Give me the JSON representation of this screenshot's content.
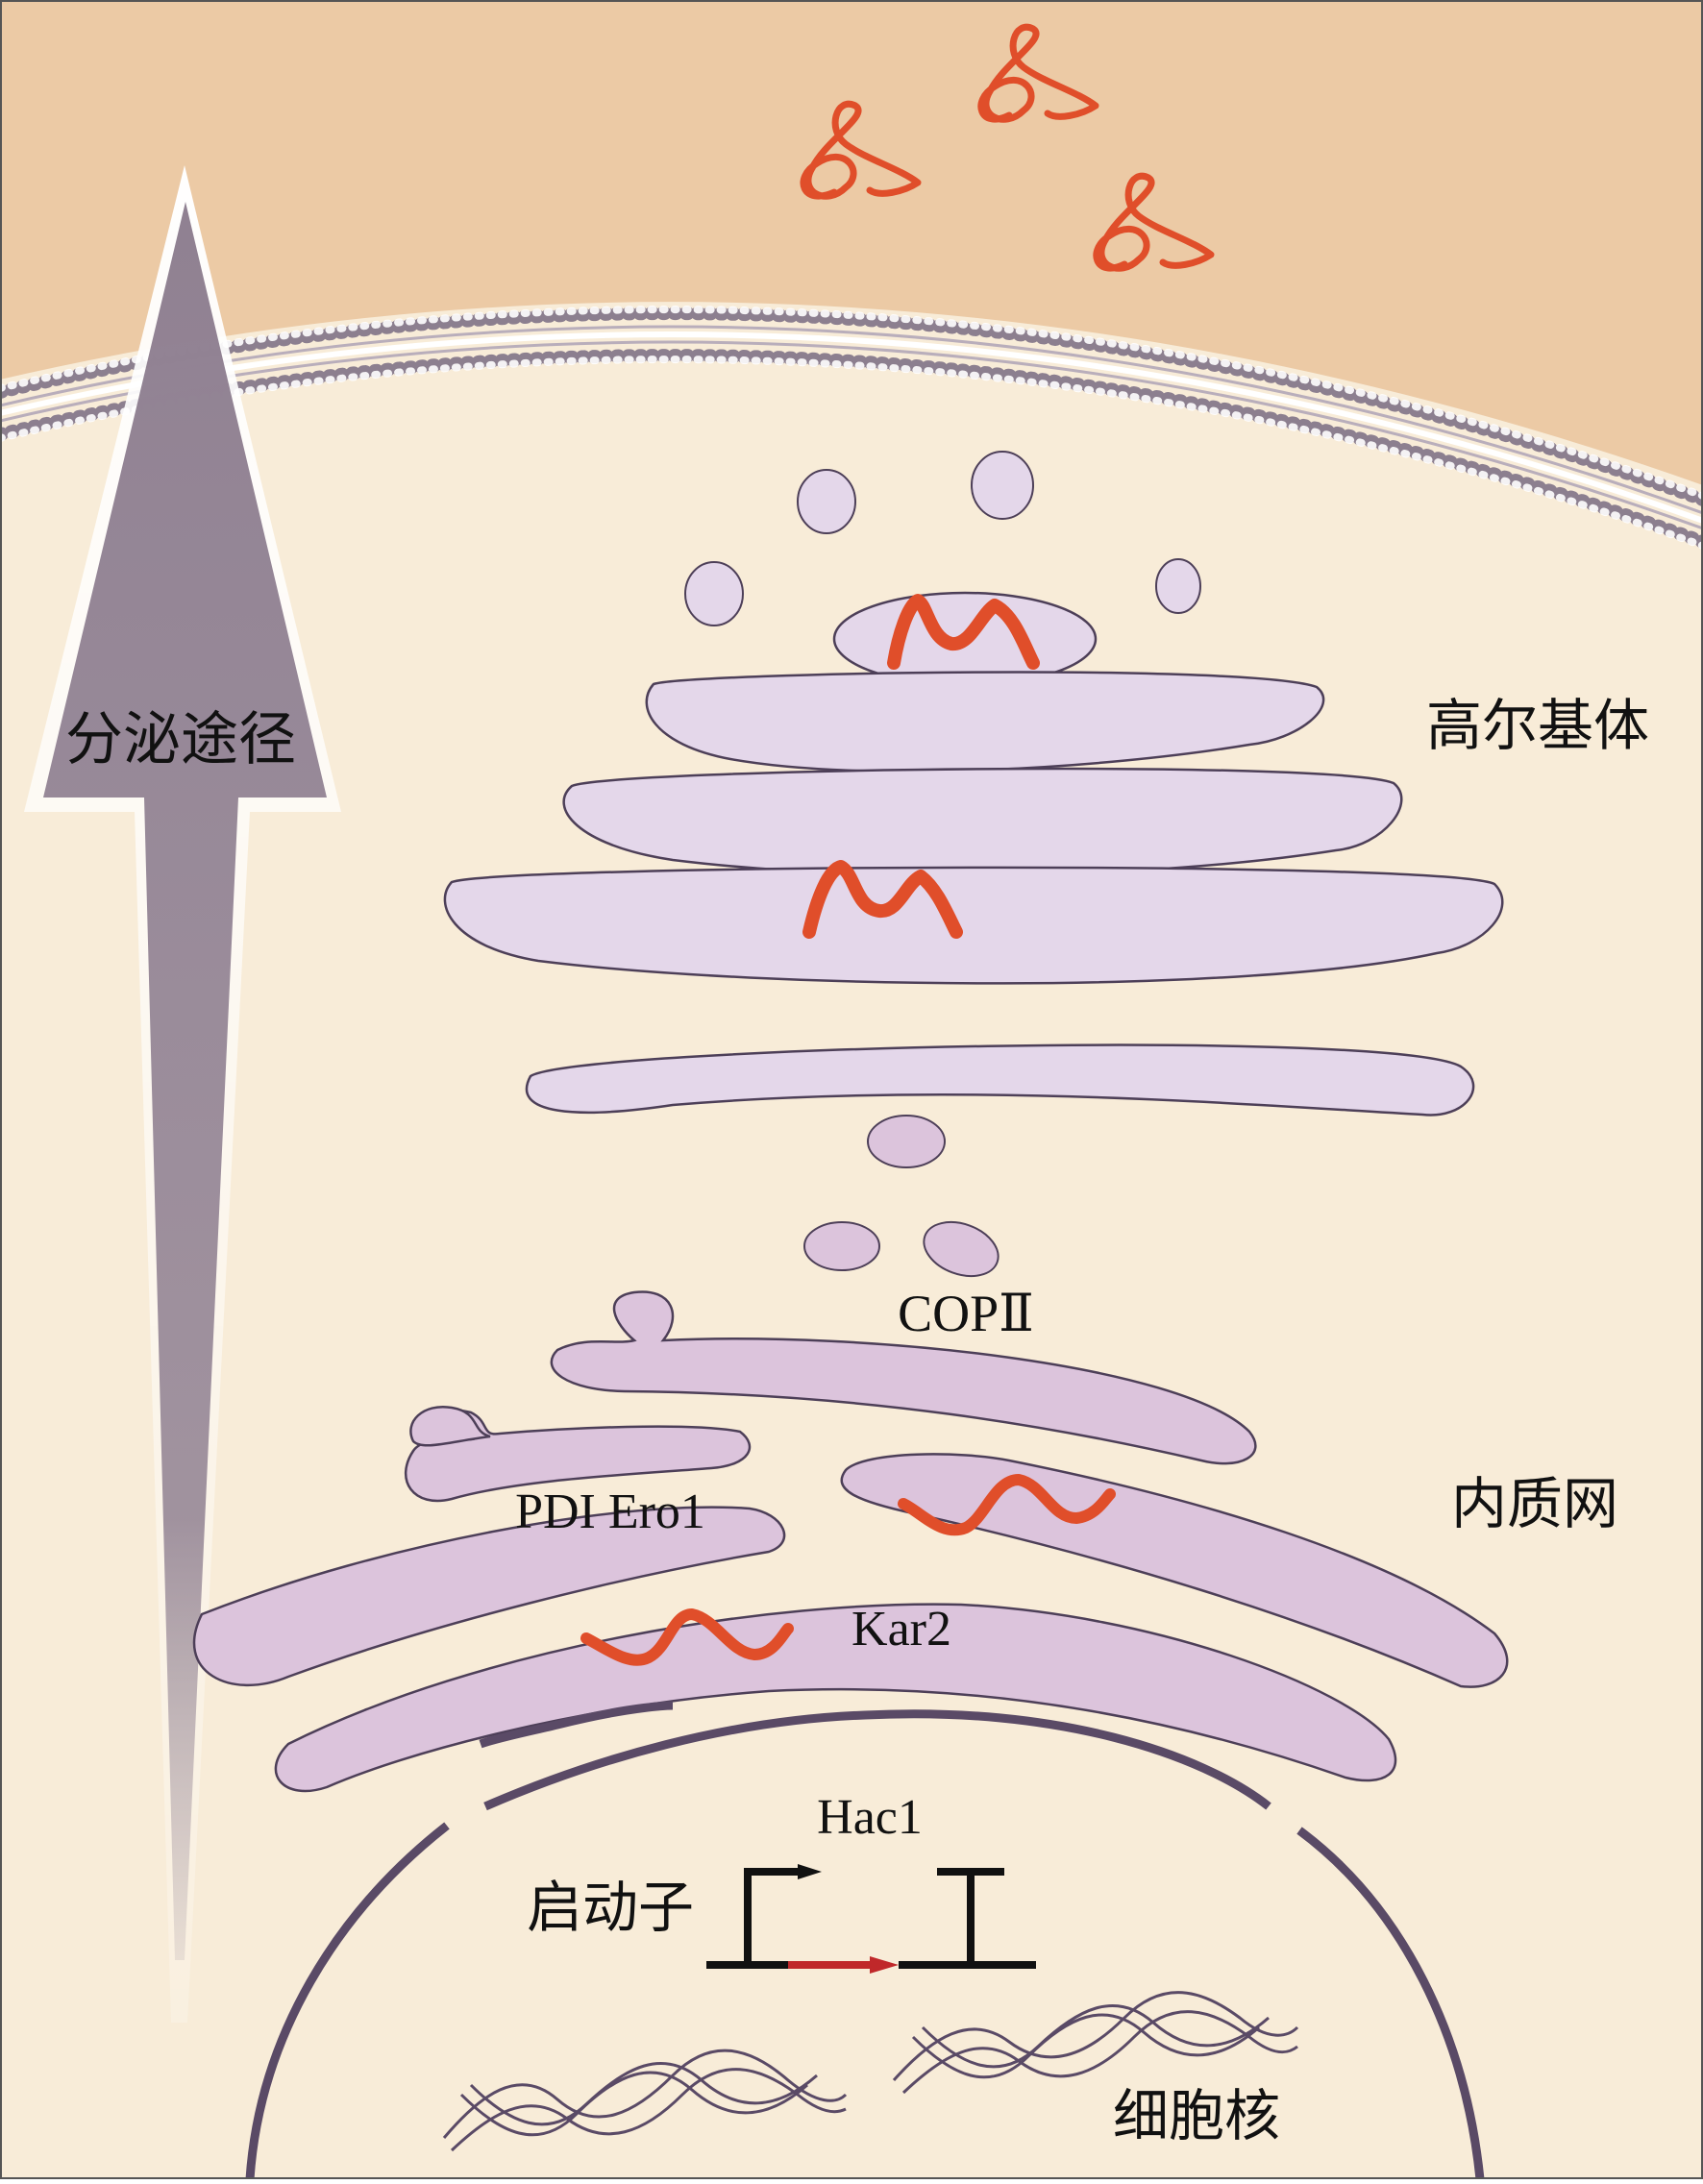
{
  "labels": {
    "secretory_pathway": "分泌途径",
    "golgi": "高尔基体",
    "copii": "COPⅡ",
    "er": "内质网",
    "pdi_ero1": "PDI Ero1",
    "kar2": "Kar2",
    "hac1": "Hac1",
    "promoter": "启动子",
    "nucleus": "细胞核"
  },
  "colors": {
    "extracellular": "#eccaa5",
    "cytoplasm": "#f8ecd8",
    "membrane_head": "#8c7f8f",
    "golgi_fill": "#e4d7ea",
    "er_fill": "#dcc4dc",
    "outline": "#4d3f58",
    "protein": "#e04e2a",
    "arrow": "#7d6e7f",
    "nucleus_envelope": "#5a4a66",
    "dna": "#5a4a66",
    "text": "#111111"
  }
}
